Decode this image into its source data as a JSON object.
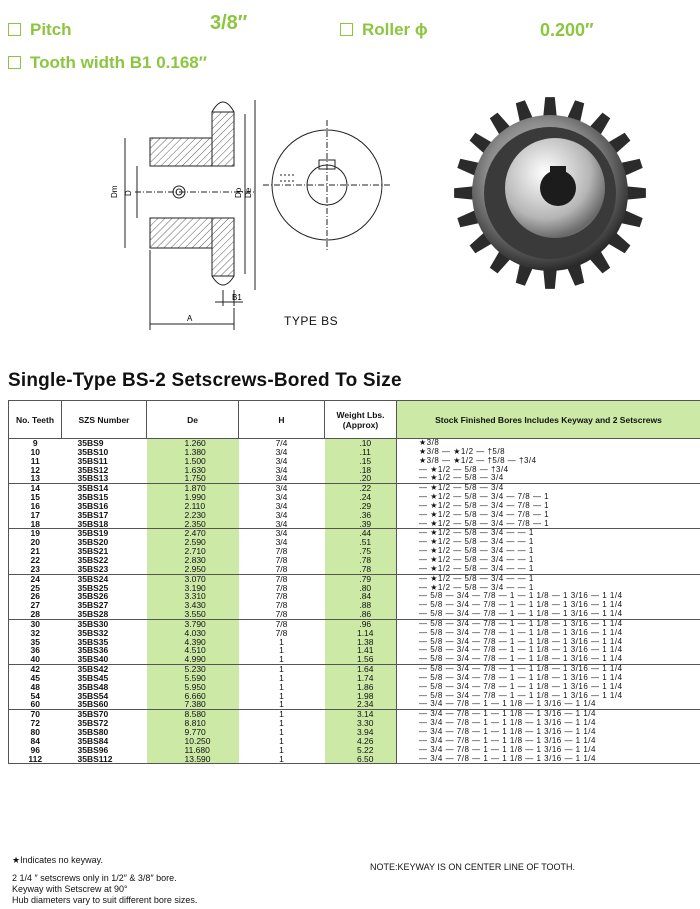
{
  "specs": {
    "pitch_label": "Pitch",
    "pitch_value": "3/8″",
    "roller_label": "Roller ϕ",
    "roller_value": "0.200″",
    "tooth_label": "Tooth width B1  0.168″"
  },
  "drawing": {
    "dim_labels": [
      "Dm",
      "D",
      "Dp",
      "De",
      "B1",
      "A"
    ],
    "type_label": "TYPE BS"
  },
  "table": {
    "title": "Single-Type  BS-2 Setscrews-Bored To Size",
    "headers": {
      "no": "No. Teeth",
      "szs": "SZS Number",
      "de": "De",
      "h": "H",
      "weight": "Weight Lbs. (Approx)",
      "bores": "Stock Finished Bores Includes Keyway and 2 Setscrews"
    },
    "rows": [
      {
        "no": "9",
        "szs": "35BS9",
        "de": "1.260",
        "h": "7/4",
        "w": ".10",
        "bores": "★3/8"
      },
      {
        "no": "10",
        "szs": "35BS10",
        "de": "1.380",
        "h": "3/4",
        "w": ".11",
        "bores": "★3/8  — ★1/2  — †5/8"
      },
      {
        "no": "11",
        "szs": "35BS11",
        "de": "1.500",
        "h": "3/4",
        "w": ".15",
        "bores": "★3/8  — ★1/2  — †5/8  — †3/4"
      },
      {
        "no": "12",
        "szs": "35BS12",
        "de": "1.630",
        "h": "3/4",
        "w": ".18",
        "bores": "— ★1/2  — 5/8  — †3/4"
      },
      {
        "no": "13",
        "szs": "35BS13",
        "de": "1.750",
        "h": "3/4",
        "w": ".20",
        "bores": "— ★1/2  — 5/8  — 3/4"
      },
      {
        "no": "14",
        "szs": "35BS14",
        "de": "1.870",
        "h": "3/4",
        "w": ".22",
        "bores": "— ★1/2  — 5/8  — 3/4"
      },
      {
        "no": "15",
        "szs": "35BS15",
        "de": "1.990",
        "h": "3/4",
        "w": ".24",
        "bores": "— ★1/2  — 5/8  — 3/4  — 7/8  — 1"
      },
      {
        "no": "16",
        "szs": "35BS16",
        "de": "2.110",
        "h": "3/4",
        "w": ".29",
        "bores": "— ★1/2  — 5/8  — 3/4  — 7/8  — 1"
      },
      {
        "no": "17",
        "szs": "35BS17",
        "de": "2.230",
        "h": "3/4",
        "w": ".36",
        "bores": "— ★1/2  — 5/8  — 3/4  — 7/8  — 1"
      },
      {
        "no": "18",
        "szs": "35BS18",
        "de": "2.350",
        "h": "3/4",
        "w": ".39",
        "bores": "— ★1/2  — 5/8  — 3/4  — 7/8  — 1"
      },
      {
        "no": "19",
        "szs": "35BS19",
        "de": "2.470",
        "h": "3/4",
        "w": ".44",
        "bores": "— ★1/2  — 5/8  — 3/4  —  — 1"
      },
      {
        "no": "20",
        "szs": "35BS20",
        "de": "2.590",
        "h": "3/4",
        "w": ".51",
        "bores": "— ★1/2  — 5/8  — 3/4  —  — 1"
      },
      {
        "no": "21",
        "szs": "35BS21",
        "de": "2.710",
        "h": "7/8",
        "w": ".75",
        "bores": "— ★1/2  — 5/8  — 3/4  —  — 1"
      },
      {
        "no": "22",
        "szs": "35BS22",
        "de": "2.830",
        "h": "7/8",
        "w": ".78",
        "bores": "— ★1/2  — 5/8  — 3/4  —  — 1"
      },
      {
        "no": "23",
        "szs": "35BS23",
        "de": "2.950",
        "h": "7/8",
        "w": ".78",
        "bores": "— ★1/2  — 5/8  — 3/4  —  — 1"
      },
      {
        "no": "24",
        "szs": "35BS24",
        "de": "3.070",
        "h": "7/8",
        "w": ".79",
        "bores": "— ★1/2  — 5/8  — 3/4  —  — 1"
      },
      {
        "no": "25",
        "szs": "35BS25",
        "de": "3.190",
        "h": "7/8",
        "w": ".80",
        "bores": "— ★1/2  — 5/8  — 3/4  —  — 1"
      },
      {
        "no": "26",
        "szs": "35BS26",
        "de": "3.310",
        "h": "7/8",
        "w": ".84",
        "bores": "— 5/8  — 3/4  — 7/8  — 1  — 1 1/8  — 1 3/16  — 1 1/4"
      },
      {
        "no": "27",
        "szs": "35BS27",
        "de": "3.430",
        "h": "7/8",
        "w": ".88",
        "bores": "— 5/8  — 3/4  — 7/8  — 1  — 1 1/8  — 1 3/16  — 1 1/4"
      },
      {
        "no": "28",
        "szs": "35BS28",
        "de": "3.550",
        "h": "7/8",
        "w": ".86",
        "bores": "— 5/8  — 3/4  — 7/8  — 1  — 1 1/8  — 1 3/16  — 1 1/4"
      },
      {
        "no": "30",
        "szs": "35BS30",
        "de": "3.790",
        "h": "7/8",
        "w": ".96",
        "bores": "— 5/8  — 3/4  — 7/8  — 1  — 1 1/8  — 1 3/16  — 1 1/4"
      },
      {
        "no": "32",
        "szs": "35BS32",
        "de": "4.030",
        "h": "7/8",
        "w": "1.14",
        "bores": "— 5/8  — 3/4  — 7/8  — 1  — 1 1/8  — 1 3/16  — 1 1/4"
      },
      {
        "no": "35",
        "szs": "35BS35",
        "de": "4.390",
        "h": "1",
        "w": "1.38",
        "bores": "— 5/8  — 3/4  — 7/8  — 1  — 1 1/8  — 1 3/16  — 1 1/4"
      },
      {
        "no": "36",
        "szs": "35BS36",
        "de": "4.510",
        "h": "1",
        "w": "1.41",
        "bores": "— 5/8  — 3/4  — 7/8  — 1  — 1 1/8  — 1 3/16  — 1 1/4"
      },
      {
        "no": "40",
        "szs": "35BS40",
        "de": "4.990",
        "h": "1",
        "w": "1.56",
        "bores": "— 5/8  — 3/4  — 7/8  — 1  — 1 1/8  — 1 3/16  — 1 1/4"
      },
      {
        "no": "42",
        "szs": "35BS42",
        "de": "5.230",
        "h": "1",
        "w": "1.64",
        "bores": "— 5/8  — 3/4  — 7/8  — 1  — 1 1/8  — 1 3/16  — 1 1/4"
      },
      {
        "no": "45",
        "szs": "35BS45",
        "de": "5.590",
        "h": "1",
        "w": "1.74",
        "bores": "— 5/8  — 3/4  — 7/8  — 1  — 1 1/8  — 1 3/16  — 1 1/4"
      },
      {
        "no": "48",
        "szs": "35BS48",
        "de": "5.950",
        "h": "1",
        "w": "1.86",
        "bores": "— 5/8  — 3/4  — 7/8  — 1  — 1 1/8  — 1 3/16  — 1 1/4"
      },
      {
        "no": "54",
        "szs": "35BS54",
        "de": "6.660",
        "h": "1",
        "w": "1.98",
        "bores": "— 5/8  — 3/4  — 7/8  — 1  — 1 1/8  — 1 3/16  — 1 1/4"
      },
      {
        "no": "60",
        "szs": "35BS60",
        "de": "7.380",
        "h": "1",
        "w": "2.34",
        "bores": "— 3/4  — 7/8  — 1  — 1 1/8  — 1 3/16  — 1 1/4"
      },
      {
        "no": "70",
        "szs": "35BS70",
        "de": "8.580",
        "h": "1",
        "w": "3.14",
        "bores": "— 3/4  — 7/8  — 1  — 1 1/8  — 1 3/16  — 1 1/4"
      },
      {
        "no": "72",
        "szs": "35BS72",
        "de": "8.810",
        "h": "1",
        "w": "3.30",
        "bores": "— 3/4  — 7/8  — 1  — 1 1/8  — 1 3/16  — 1 1/4"
      },
      {
        "no": "80",
        "szs": "35BS80",
        "de": "9.770",
        "h": "1",
        "w": "3.94",
        "bores": "— 3/4  — 7/8  — 1  — 1 1/8  — 1 3/16  — 1 1/4"
      },
      {
        "no": "84",
        "szs": "35BS84",
        "de": "10.250",
        "h": "1",
        "w": "4.26",
        "bores": "— 3/4  — 7/8  — 1  — 1 1/8  — 1 3/16  — 1 1/4"
      },
      {
        "no": "96",
        "szs": "35BS96",
        "de": "11.680",
        "h": "1",
        "w": "5.22",
        "bores": "— 3/4  — 7/8  — 1  — 1 1/8  — 1 3/16  — 1 1/4"
      },
      {
        "no": "112",
        "szs": "35BS112",
        "de": "13.590",
        "h": "1",
        "w": "6.50",
        "bores": "— 3/4  — 7/8  — 1  — 1 1/8  — 1 3/16  — 1 1/4"
      }
    ]
  },
  "notes": {
    "n1": "★Indicates no keyway.",
    "n2": "2 1/4 ″ setscrews only in 1/2″ & 3/8″ bore.",
    "n3": "Keyway with Setscrew at 90°",
    "n4": "Hub diameters vary to suit different bore sizes.",
    "right": "NOTE:KEYWAY IS ON CENTER LINE OF TOOTH."
  },
  "colors": {
    "accent": "#8cc63f",
    "table_fill": "#cce9a6"
  }
}
